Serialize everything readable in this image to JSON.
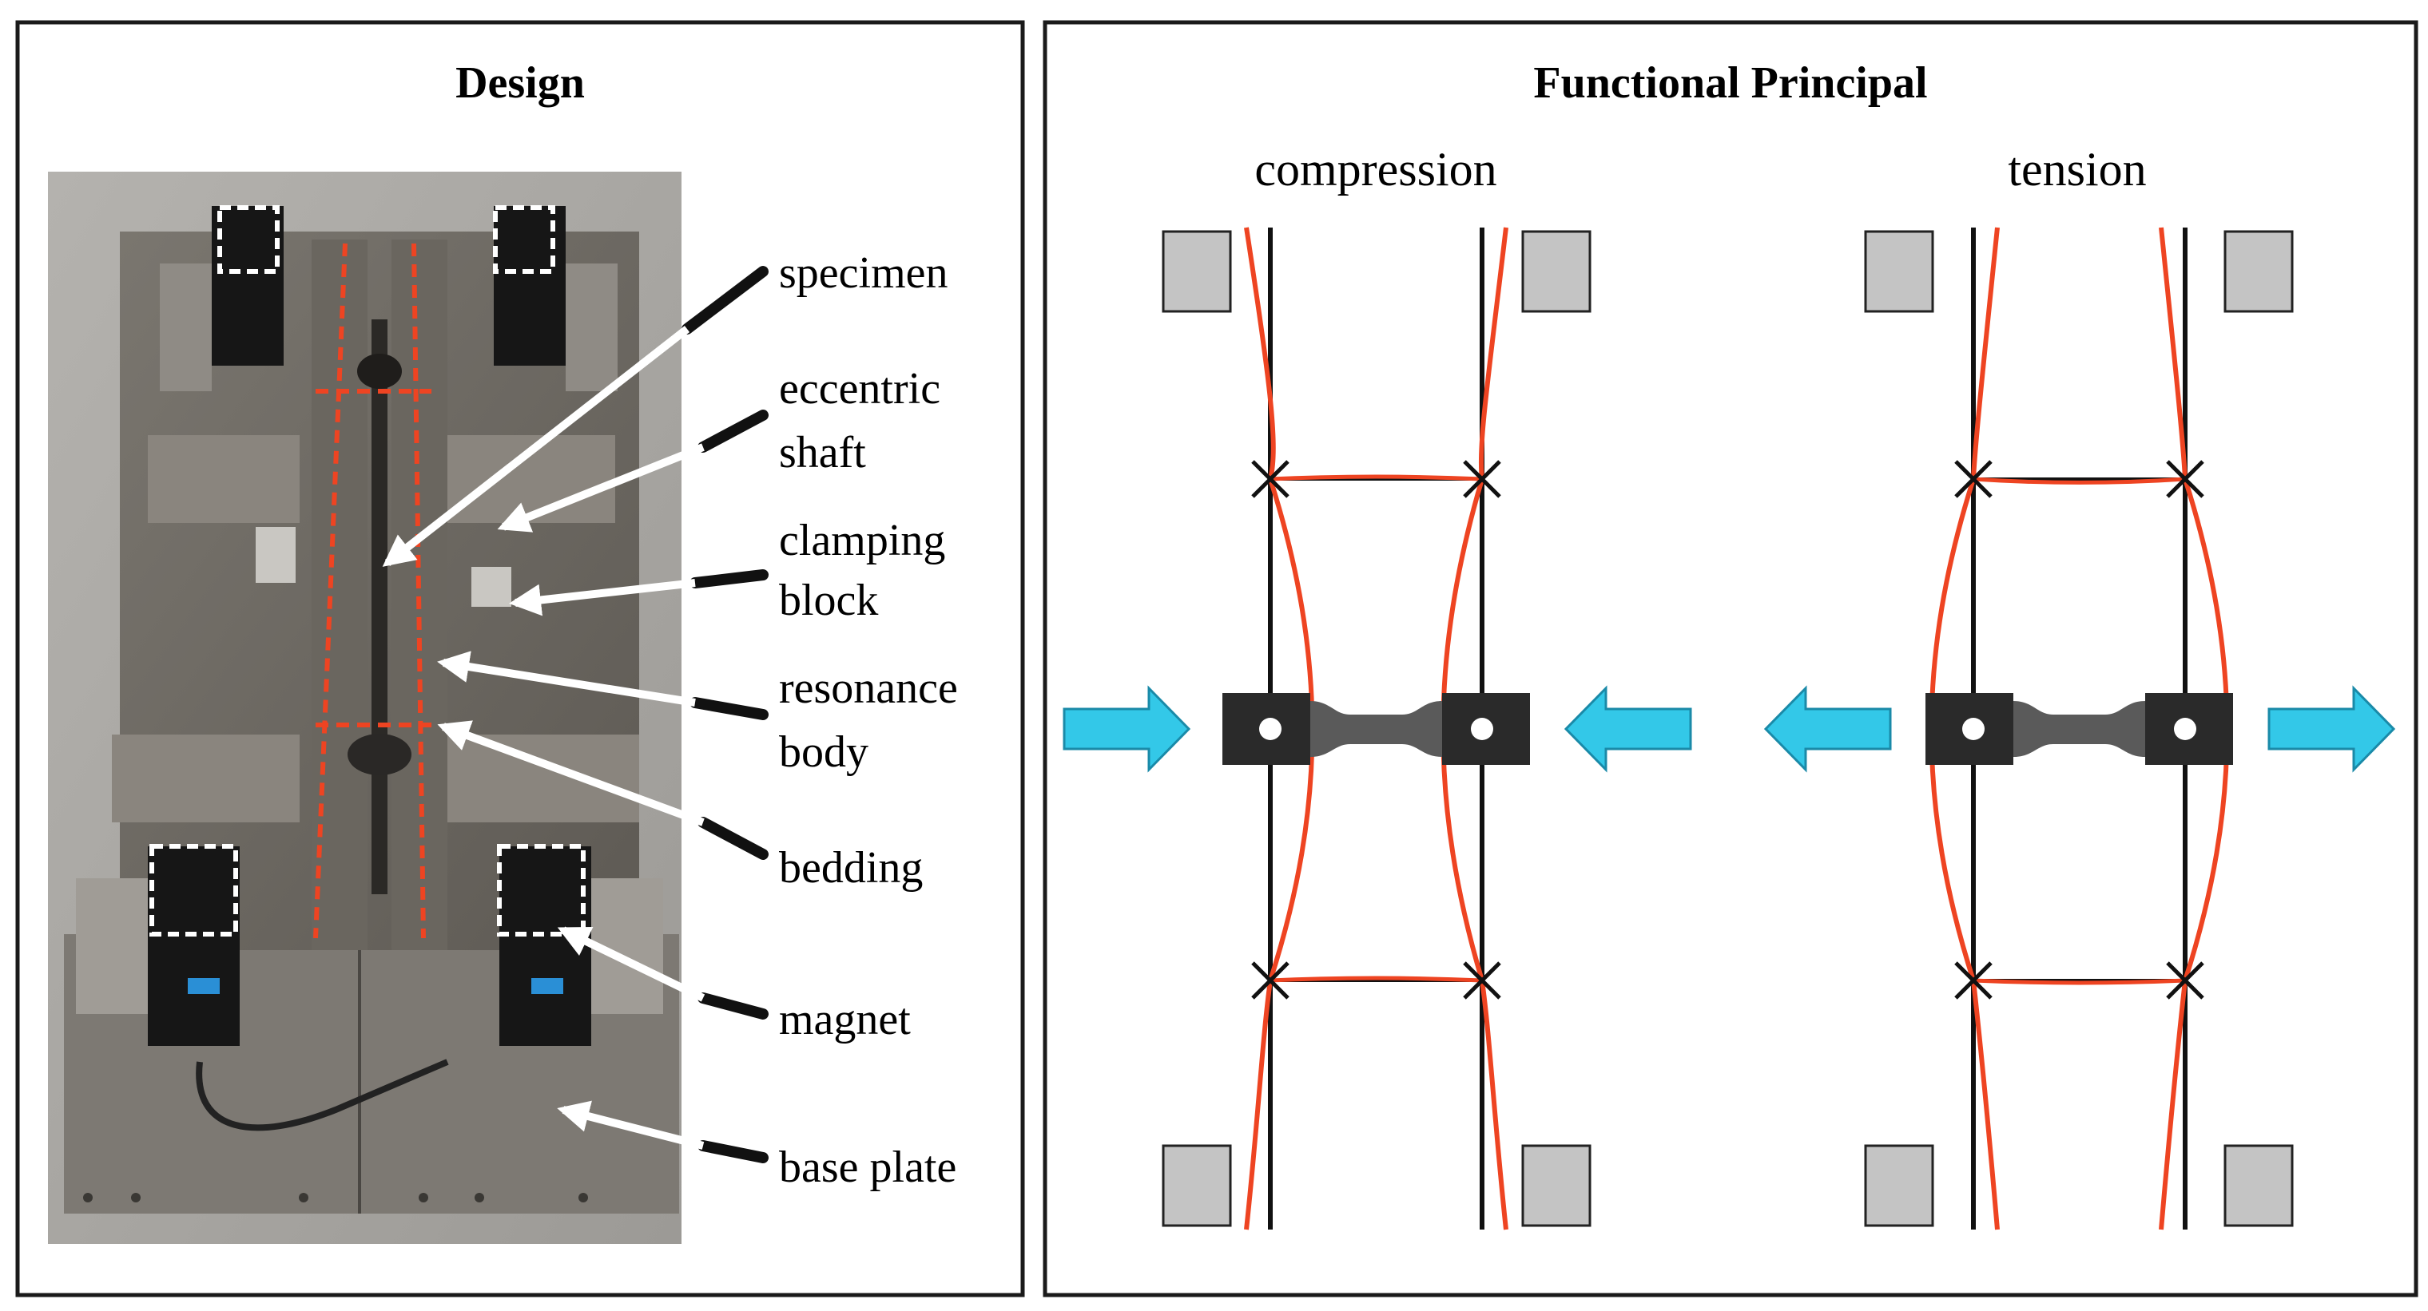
{
  "design": {
    "title": "Design",
    "labels": {
      "specimen": "specimen",
      "eccentric_1": "eccentric",
      "eccentric_2": "shaft",
      "clamping_1": "clamping",
      "clamping_2": "block",
      "resonance_1": "resonance",
      "resonance_2": "body",
      "bedding": "bedding",
      "magnet": "magnet",
      "base_plate": "base plate"
    }
  },
  "principal": {
    "title": "Functional Principal",
    "compression": "compression",
    "tension": "tension"
  },
  "colors": {
    "frame": "#1a1a1a",
    "deformed_line": "#ee4422",
    "force_arrow": "#33c8e8",
    "support_block": "#c4c4c4",
    "photo_plate": "#6e6a64",
    "photo_floor": "#a8a6a2"
  }
}
